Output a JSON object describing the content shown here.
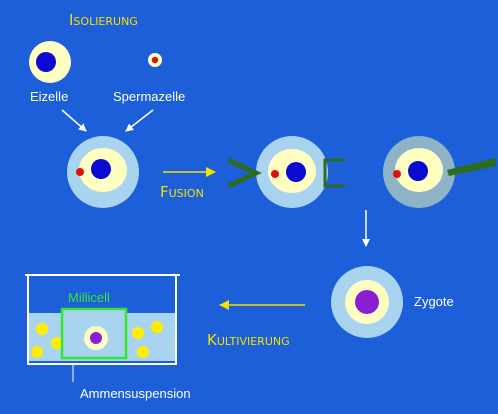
{
  "labels": {
    "isolierung": "Isolierung",
    "eizelle": "Eizelle",
    "spermazelle": "Spermazelle",
    "fusion": "Fusion",
    "zygote": "Zygote",
    "kultivierung": "Kultivierung",
    "millicell": "Millicell",
    "ammensuspension": "Ammensuspension"
  },
  "colors": {
    "background": "#1c5fd8",
    "heading": "#f2e200",
    "white_text": "#ffffff",
    "green_text": "#33e62e",
    "cell_halo": "#a9d4ef",
    "cytoplasm": "#ffffc2",
    "nucleus": "#0a0ad0",
    "sperm_nucleus": "#e01010",
    "zygote_nucleus": "#8a1fd0",
    "electrode": "#2e6b1e",
    "arrow_yellow": "#f2e200",
    "arrow_white": "#ffffff",
    "nurse_cells": "#ffee00",
    "beaker_medium": "#a9d4ef"
  }
}
